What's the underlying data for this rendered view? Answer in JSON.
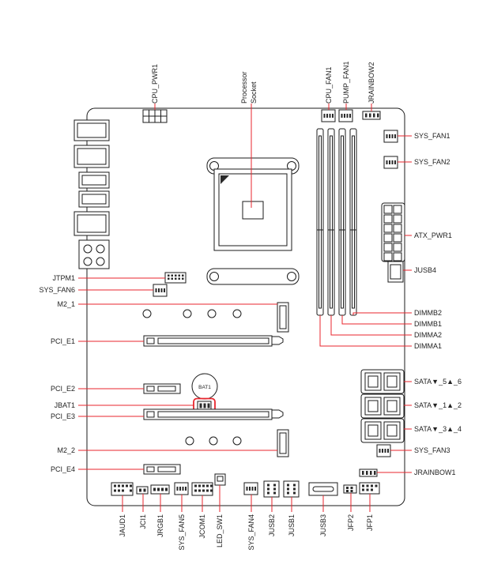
{
  "page": {
    "background": "#ffffff"
  },
  "colors": {
    "leader_line": "#e8262d",
    "highlight_box": "#e8262d",
    "label_text": "#232323",
    "board_outline": "#1b1b1b",
    "board_fill": "#ffffff"
  },
  "labels": {
    "top": {
      "cpu_pwr1": "CPU_PWR1",
      "processor_socket": {
        "line1": "Processor",
        "line2": "Socket"
      },
      "cpu_fan1": "CPU_FAN1",
      "pump_fan1": "PUMP_FAN1",
      "jrainbow2": "JRAINBOW2"
    },
    "right": {
      "sys_fan1": "SYS_FAN1",
      "sys_fan2": "SYS_FAN2",
      "atx_pwr1": "ATX_PWR1",
      "jusb4": "JUSB4",
      "dimmb2": "DIMMB2",
      "dimmb1": "DIMMB1",
      "dimma2": "DIMMA2",
      "dimma1": "DIMMA1",
      "sata_5_6": "SATA▼_5▲_6",
      "sata_1_2": "SATA▼_1▲_2",
      "sata_3_4": "SATA▼_3▲_4",
      "sys_fan3": "SYS_FAN3",
      "jrainbow1": "JRAINBOW1"
    },
    "left": {
      "jtpm1": "JTPM1",
      "sys_fan6": "SYS_FAN6",
      "m2_1": "M2_1",
      "pci_e1": "PCI_E1",
      "pci_e2": "PCI_E2",
      "jbat1": "JBAT1",
      "pci_e3": "PCI_E3",
      "m2_2": "M2_2",
      "pci_e4": "PCI_E4"
    },
    "bottom": {
      "jaud1": "JAUD1",
      "jci1": "JCI1",
      "jrgb1": "JRGB1",
      "sys_fan5": "SYS_FAN5",
      "jcom1": "JCOM1",
      "led_sw1": "LED_SW1",
      "sys_fan4": "SYS_FAN4",
      "jusb2": "JUSB2",
      "jusb1": "JUSB1",
      "jusb3": "JUSB3",
      "jfp2": "JFP2",
      "jfp1": "JFP1"
    },
    "on_board": {
      "bat1": "BAT1"
    }
  }
}
